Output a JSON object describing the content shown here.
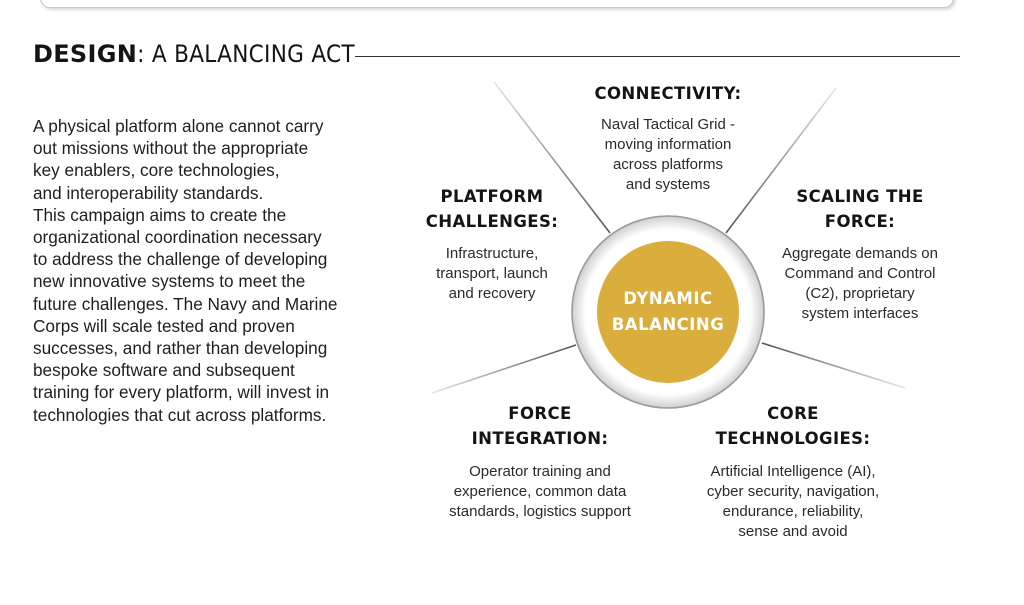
{
  "heading": {
    "strong": "DESIGN",
    "rest": ": A BALANCING ACT"
  },
  "intro": {
    "paragraph_1": [
      "A physical platform alone cannot carry",
      "out missions without the appropriate",
      "key enablers, core technologies,",
      "and interoperability standards."
    ],
    "paragraph_2": [
      "This campaign aims to create the",
      "organizational coordination necessary",
      "to address the challenge of developing",
      "new innovative systems to meet the",
      "future challenges. The Navy and Marine",
      "Corps will scale tested and proven",
      "successes, and rather than developing",
      "bespoke software and subsequent",
      "training for every platform, will invest in",
      "technologies that cut across platforms."
    ]
  },
  "diagram": {
    "hub": {
      "lines": [
        "DYNAMIC",
        "BALANCING"
      ],
      "color": "#d9ae3c"
    },
    "segments": {
      "connectivity": {
        "title": [
          "CONNECTIVITY:"
        ],
        "desc": [
          "Naval Tactical Grid -",
          "moving information",
          "across platforms",
          "and systems"
        ]
      },
      "platform_challenges": {
        "title": [
          "PLATFORM",
          "CHALLENGES:"
        ],
        "desc": [
          "Infrastructure,",
          "transport, launch",
          "and recovery"
        ]
      },
      "scaling_the_force": {
        "title": [
          "SCALING THE",
          "FORCE:"
        ],
        "desc": [
          "Aggregate demands on",
          "Command and Control",
          "(C2), proprietary",
          "system interfaces"
        ]
      },
      "force_integration": {
        "title": [
          "FORCE",
          "INTEGRATION:"
        ],
        "desc": [
          "Operator training and",
          "experience, common data",
          "standards, logistics support"
        ]
      },
      "core_technologies": {
        "title": [
          "CORE",
          "TECHNOLOGIES:"
        ],
        "desc": [
          "Artificial Intelligence (AI),",
          "cyber security, navigation,",
          "endurance, reliability,",
          "sense and avoid"
        ]
      }
    }
  }
}
